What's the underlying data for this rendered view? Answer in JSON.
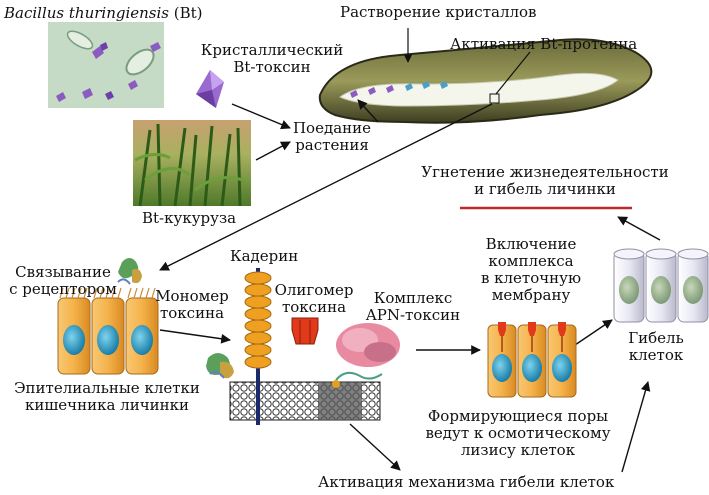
{
  "labels": {
    "bacillus_name": "Bacillus thuringiensis",
    "bacillus_abbrev": "(Bt)",
    "crystal_toxin_1": "Кристаллический",
    "crystal_toxin_2": "Bt-токсин",
    "crystal_dissolution": "Растворение кристаллов",
    "protein_activation": "Активация Bt-протеина",
    "plant_eating_1": "Поедание",
    "plant_eating_2": "растения",
    "bt_corn": "Bt-кукуруза",
    "larva_death_1": "Угнетение жизнедеятельности",
    "larva_death_2": "и гибель личинки",
    "cadherin": "Кадерин",
    "receptor_binding_1": "Связывание",
    "receptor_binding_2": "с рецептором",
    "monomer_1": "Мономер",
    "monomer_2": "токсина",
    "oligomer_1": "Олигомер",
    "oligomer_2": "токсина",
    "complex_1": "Комплекс",
    "complex_2": "APN-токсин",
    "inclusion_1": "Включение",
    "inclusion_2": "комплекса",
    "inclusion_3": "в клеточную",
    "inclusion_4": "мембрану",
    "cell_death_1": "Гибель",
    "cell_death_2": "клеток",
    "epithelial_1": "Эпителиальные клетки",
    "epithelial_2": "кишечника личинки",
    "pores_1": "Формирующиеся поры",
    "pores_2": "ведут к осмотическому",
    "pores_3": "лизису клеток",
    "death_mechanism": "Активация механизма гибели клеток"
  },
  "colors": {
    "crystal": "#8a5bc0",
    "underline": "#c0282c",
    "cell_body": "#f0b050",
    "nucleus": "#2aa0c8",
    "cadherin": "#f0a020",
    "oligomer": "#e03a1a",
    "dead_cell": "#ececf6"
  }
}
